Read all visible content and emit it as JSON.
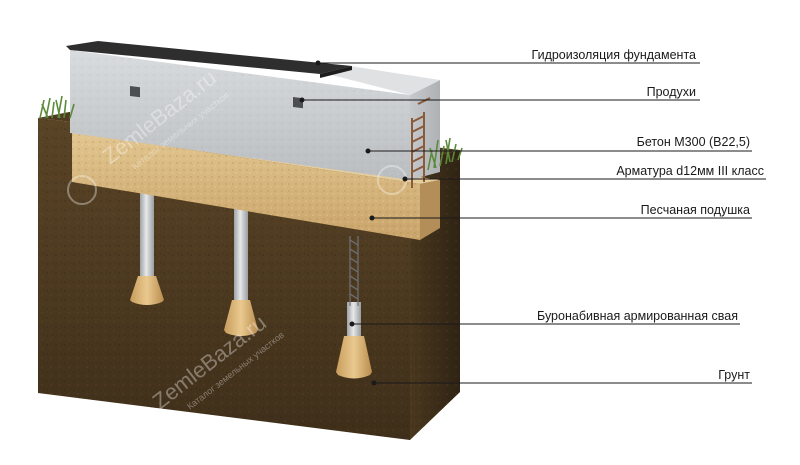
{
  "labels": {
    "waterproofing": "Гидроизоляция фундамента",
    "vents": "Продухи",
    "concrete": "Бетон М300 (В22,5)",
    "rebar": "Арматура d12мм III класс",
    "sand_cushion": "Песчаная подушка",
    "pile": "Буронабивная армированная свая",
    "soil": "Грунт"
  },
  "watermark": {
    "brand": "ZemleBaza.ru",
    "tagline": "Каталог земельных участков"
  },
  "colors": {
    "soil": "#4a3a22",
    "soil_dark": "#3a2c18",
    "concrete": "#cfd2d4",
    "sand": "#d8b882",
    "waterproofing": "#2e2e2e",
    "grass": "#5c8a3a",
    "leader_line": "#1a1a1a"
  }
}
